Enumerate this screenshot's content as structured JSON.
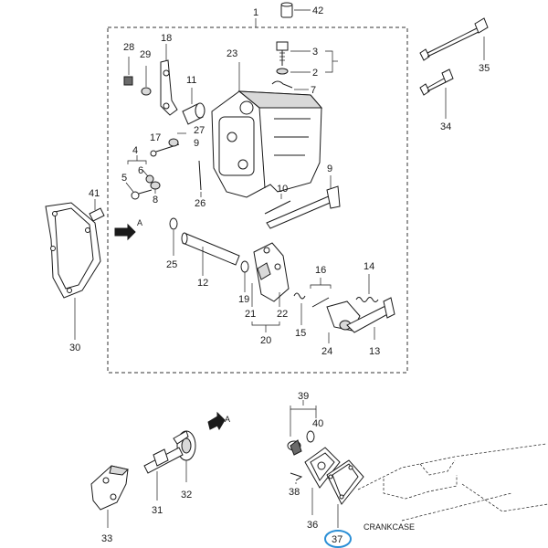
{
  "diagram": {
    "labels": {
      "p1": "1",
      "p2": "2",
      "p3": "3",
      "p4": "4",
      "p5": "5",
      "p6": "6",
      "p7": "7",
      "p8": "8",
      "p9": "9",
      "p10": "10",
      "p11": "11",
      "p12": "12",
      "p13": "13",
      "p14": "14",
      "p15": "15",
      "p16": "16",
      "p17": "17",
      "p18": "18",
      "p19": "19",
      "p20": "20",
      "p21": "21",
      "p22": "22",
      "p23": "23",
      "p24": "24",
      "p25": "25",
      "p26": "26",
      "p27": "27",
      "p28": "28",
      "p29": "29",
      "p30": "30",
      "p31": "31",
      "p32": "32",
      "p33": "33",
      "p34": "34",
      "p35": "35",
      "p36": "36",
      "p37": "37",
      "p38": "38",
      "p39": "39",
      "p40": "40",
      "p41": "41",
      "p42": "42"
    },
    "arrow_a_upper": "A",
    "arrow_a_lower": "A",
    "crankcase": "CRANKCASE",
    "highlight_color": "#2b8fd6"
  }
}
